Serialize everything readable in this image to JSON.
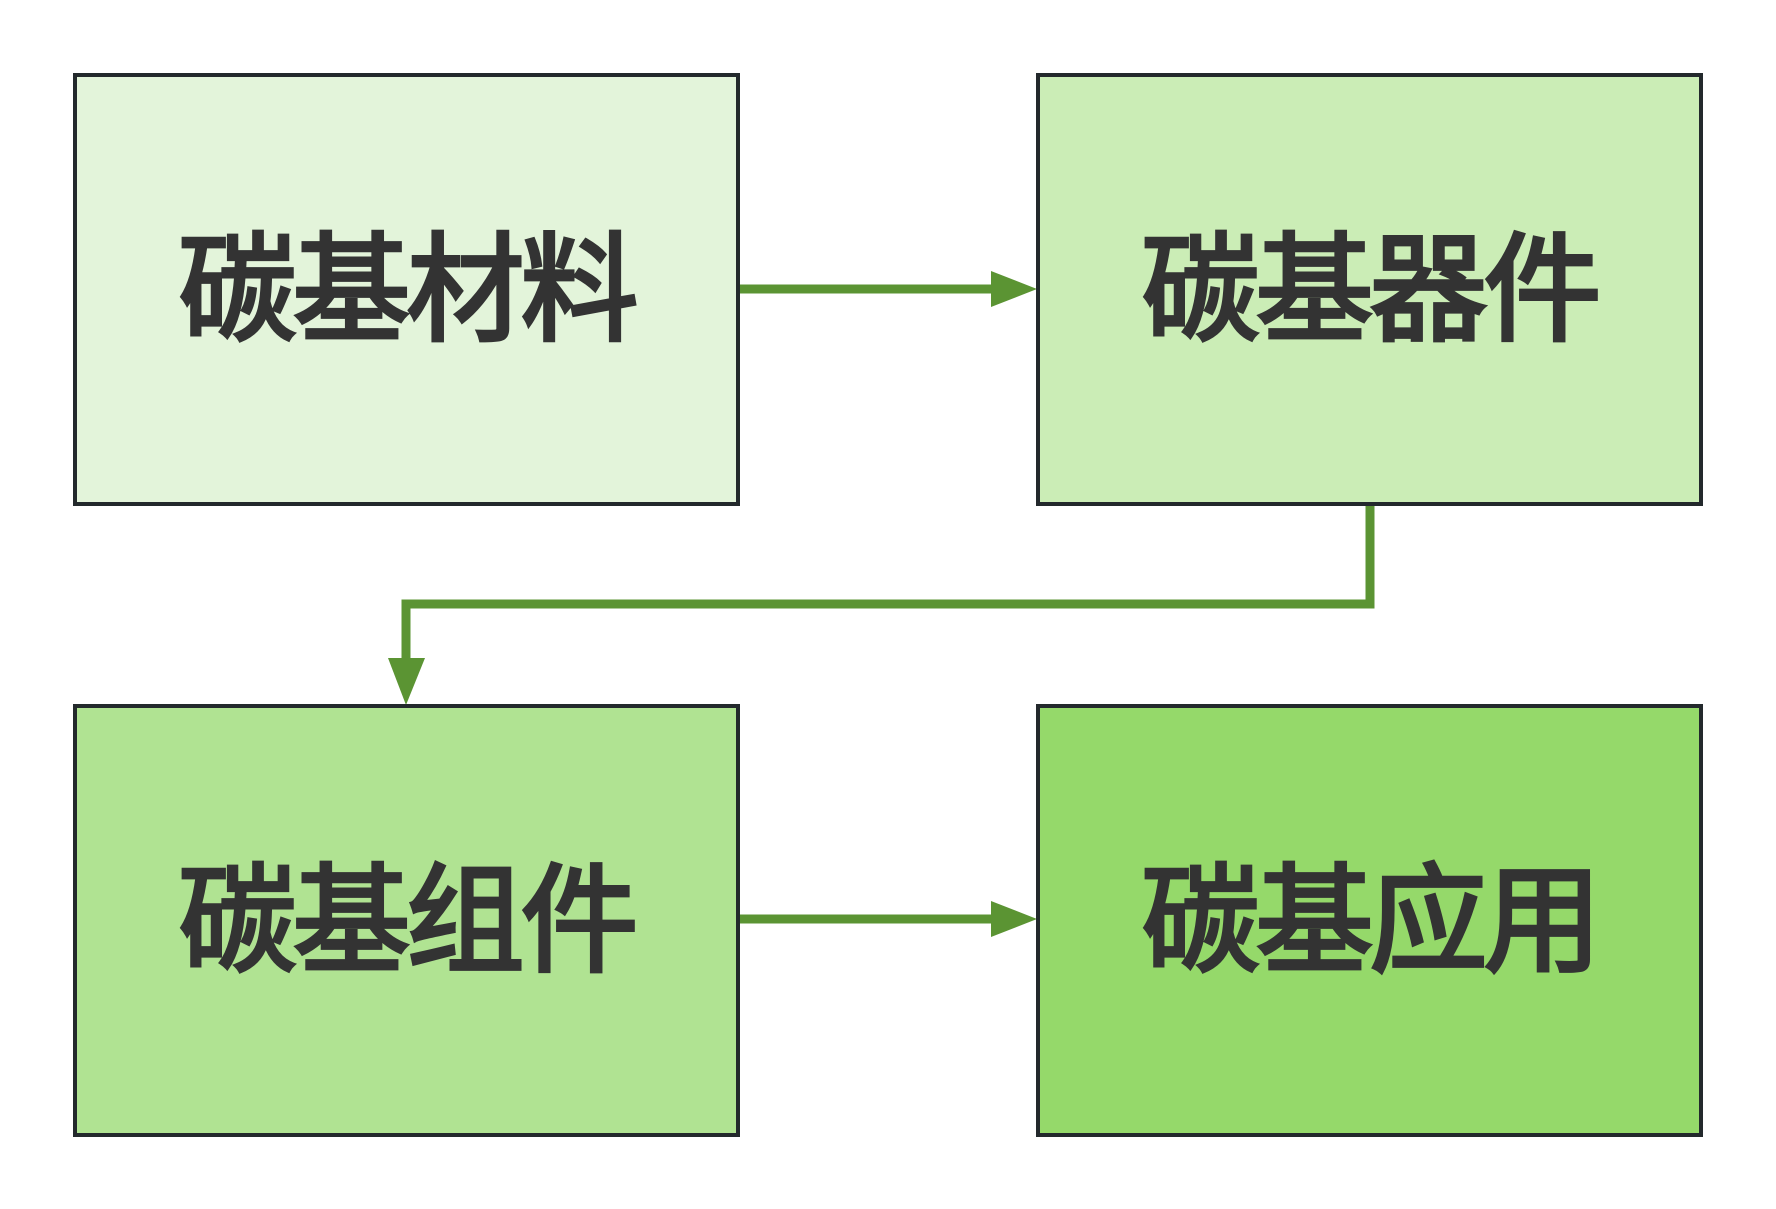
{
  "diagram": {
    "type": "flowchart",
    "edge_color": "#5b9433",
    "border_color": "#23292c",
    "text_color": "#333333",
    "nodes": [
      {
        "id": "material",
        "label": "碳基材料",
        "fill": "#e3f4da"
      },
      {
        "id": "device",
        "label": "碳基器件",
        "fill": "#cbedb6"
      },
      {
        "id": "component",
        "label": "碳基组件",
        "fill": "#b0e392"
      },
      {
        "id": "application",
        "label": "碳基应用",
        "fill": "#95d96a"
      }
    ],
    "edges": [
      {
        "from": "material",
        "to": "device"
      },
      {
        "from": "device",
        "to": "component"
      },
      {
        "from": "component",
        "to": "application"
      }
    ]
  }
}
